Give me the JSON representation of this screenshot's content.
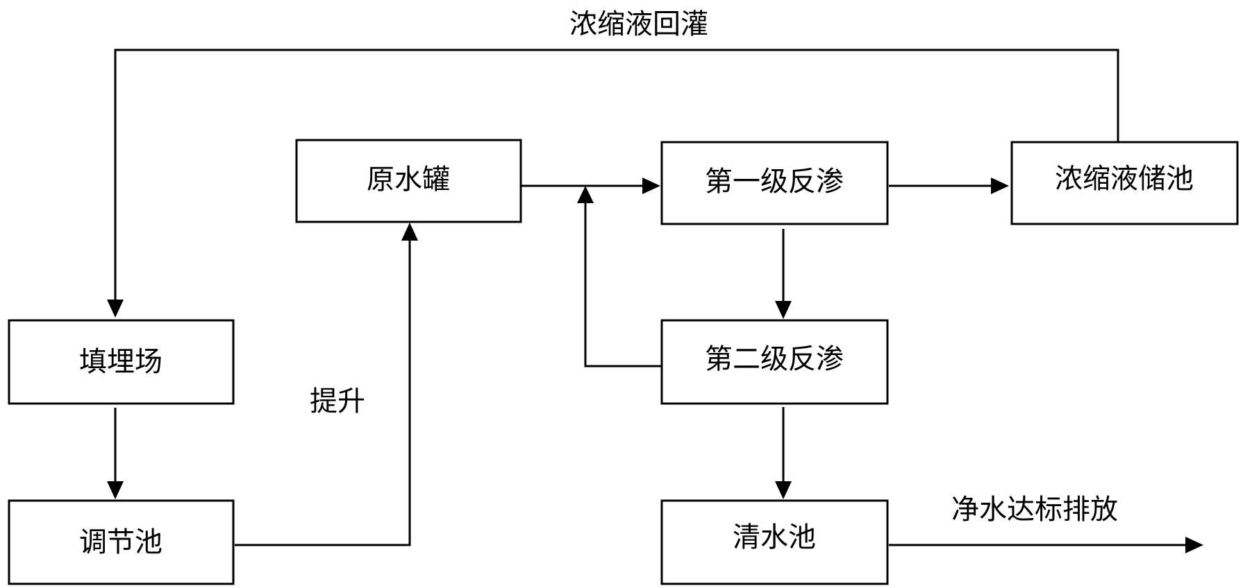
{
  "nodes": {
    "landfill": "填埋场",
    "adjust_pool": "调节池",
    "raw_water_tank": "原水罐",
    "ro_stage1": "第一级反渗",
    "ro_stage2": "第二级反渗",
    "clean_pool": "清水池",
    "concentrate_pool": "浓缩液储池"
  },
  "labels": {
    "recirculation": "浓缩液回灌",
    "lift": "提升",
    "discharge": "净水达标排放"
  },
  "colors": {
    "stroke": "#000000",
    "background": "#ffffff"
  }
}
